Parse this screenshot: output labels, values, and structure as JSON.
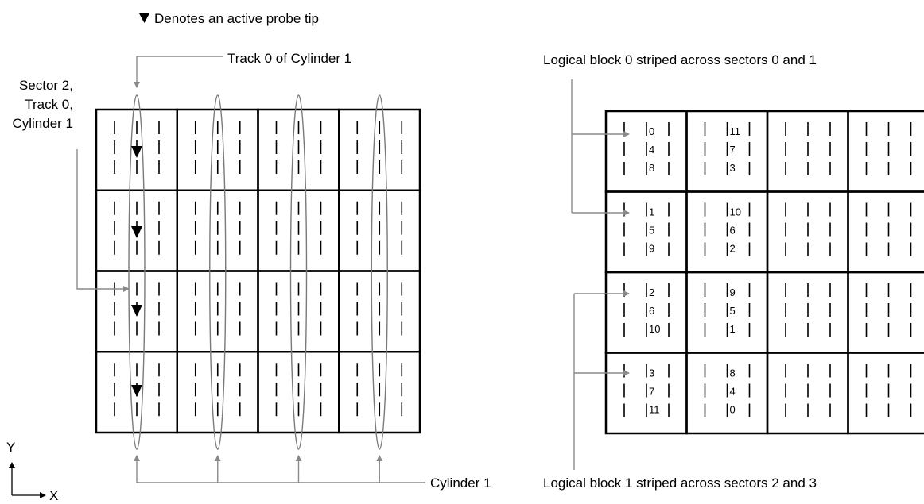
{
  "legend": {
    "text": "Denotes an active probe tip",
    "icon": "down-triangle-icon"
  },
  "left": {
    "track_label": "Track 0 of Cylinder 1",
    "sector_label": [
      "Sector 2,",
      "Track 0,",
      "Cylinder 1"
    ],
    "cylinder_label": "Cylinder 1"
  },
  "right": {
    "block0_label": "Logical block 0 striped across sectors 0 and 1",
    "block1_label": "Logical block 1 striped across sectors 2 and 3",
    "col0": [
      [
        "0",
        "4",
        "8"
      ],
      [
        "1",
        "5",
        "9"
      ],
      [
        "2",
        "6",
        "10"
      ],
      [
        "3",
        "7",
        "11"
      ]
    ],
    "col1": [
      [
        "11",
        "7",
        "3"
      ],
      [
        "10",
        "6",
        "2"
      ],
      [
        "9",
        "5",
        "1"
      ],
      [
        "8",
        "4",
        "0"
      ]
    ]
  },
  "axes": {
    "y": "Y",
    "x": "X"
  }
}
